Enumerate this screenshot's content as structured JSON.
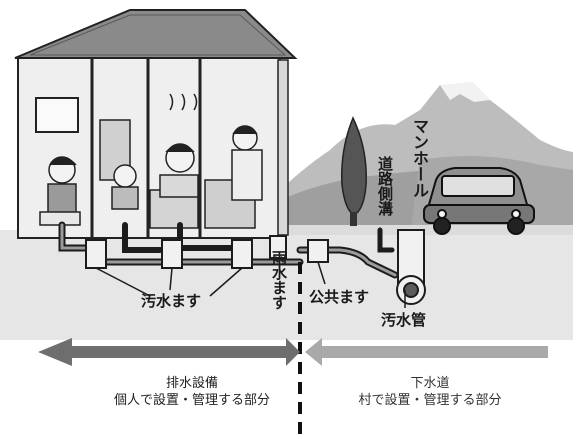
{
  "labels": {
    "osui_masu": "汚水ます",
    "usui_masu": "雨水ます",
    "kokyo_masu": "公共ます",
    "osui_kan": "汚水管",
    "manhole": "マンホール",
    "doro_sokko": "道路側溝"
  },
  "zones": {
    "private": {
      "title": "排水設備",
      "subtitle": "個人で設置・管理する部分"
    },
    "public": {
      "title": "下水道",
      "subtitle": "村で設置・管理する部分"
    }
  },
  "colors": {
    "private_arrow": "#6e6e6e",
    "public_arrow": "#a9a9a9",
    "ground": "#e4e4e4",
    "pipe": "#1c1c1c"
  }
}
